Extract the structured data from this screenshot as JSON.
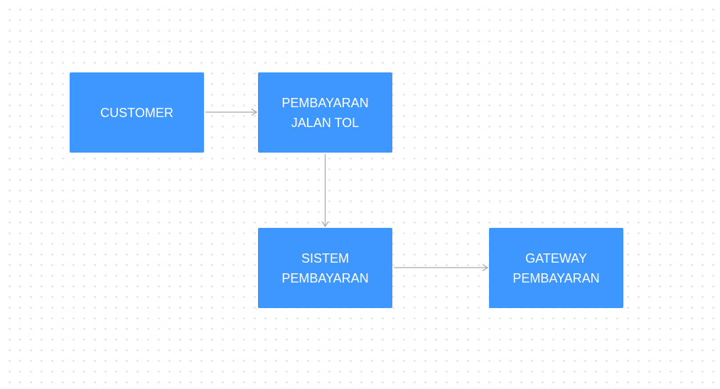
{
  "diagram": {
    "nodes": [
      {
        "id": "customer",
        "lines": [
          "CUSTOMER"
        ]
      },
      {
        "id": "pembayaran-jalan-tol",
        "lines": [
          "PEMBAYARAN",
          "JALAN TOL"
        ]
      },
      {
        "id": "sistem-pembayaran",
        "lines": [
          "SISTEM",
          "PEMBAYARAN"
        ]
      },
      {
        "id": "gateway-pembayaran",
        "lines": [
          "GATEWAY",
          "PEMBAYARAN"
        ]
      }
    ],
    "edges": [
      {
        "from": "customer",
        "to": "pembayaran-jalan-tol"
      },
      {
        "from": "pembayaran-jalan-tol",
        "to": "sistem-pembayaran"
      },
      {
        "from": "sistem-pembayaran",
        "to": "gateway-pembayaran"
      }
    ]
  },
  "colors": {
    "node_fill": "#3d97ff",
    "node_text": "#ffffff",
    "connector": "#a6a6a6",
    "grid_dot": "#d2d2d2",
    "background": "#ffffff"
  }
}
